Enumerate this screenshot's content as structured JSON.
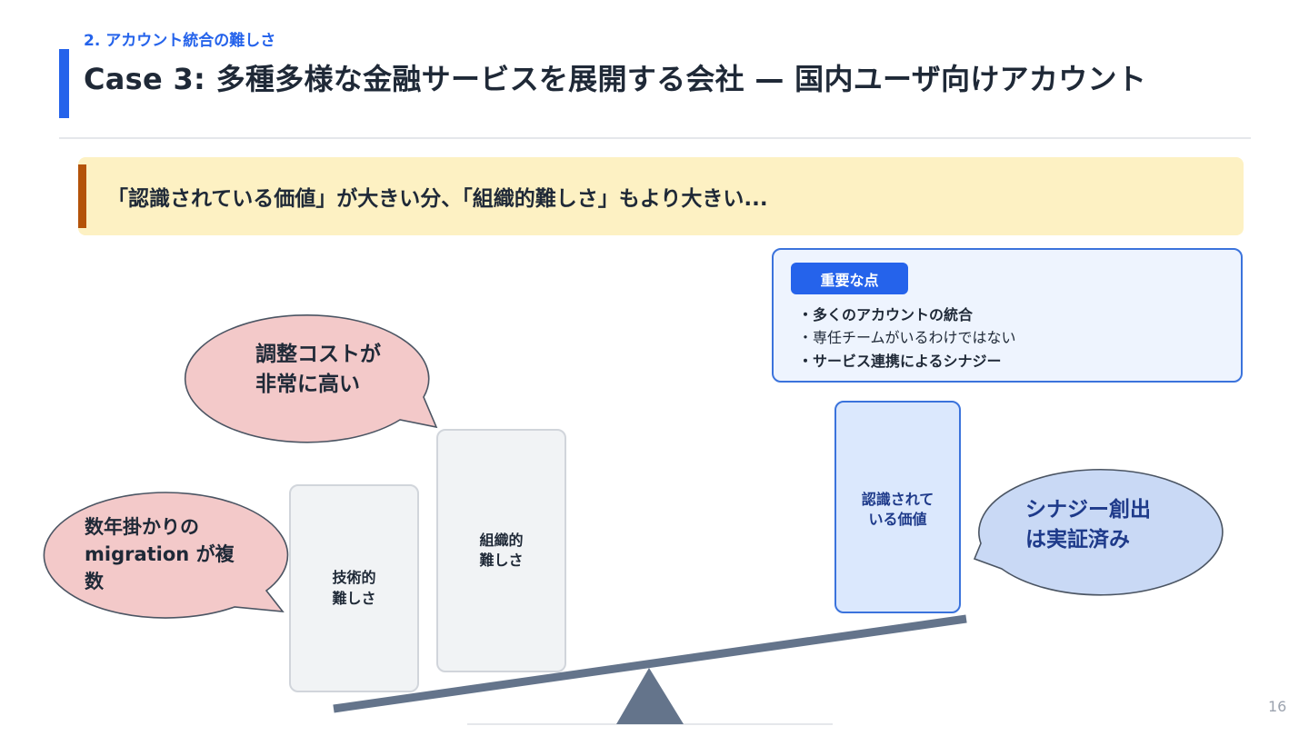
{
  "header": {
    "section_label": "2. アカウント統合の難しさ",
    "title": "Case 3: 多種多様な金融サービスを展開する会社 — 国内ユーザ向けアカウント"
  },
  "callout": {
    "text": "「認識されている価値」が大きい分、「組織的難しさ」もより大きい..."
  },
  "key_points": {
    "badge": "重要な点",
    "items": [
      {
        "text": "・多くのアカウントの統合",
        "bold": true
      },
      {
        "text": "・専任チームがいるわけではない",
        "bold": false
      },
      {
        "text": "・サービス連携によるシナジー",
        "bold": true
      }
    ]
  },
  "balance": {
    "left_blocks": [
      {
        "text": "技術的\n難しさ"
      },
      {
        "text": "組織的\n難しさ"
      }
    ],
    "right_block": {
      "text": "認識されて\nいる価値"
    },
    "bubbles": [
      {
        "text": "調整コストが\n非常に高い"
      },
      {
        "text": "数年掛かりの migration が複数"
      },
      {
        "text": "シナジー創出\nは実証済み"
      }
    ]
  },
  "colors": {
    "accent_blue": "#2563eb",
    "callout_bg": "#fdf1c3",
    "callout_bar": "#b45309",
    "bubble_pink": "#f3c9c9",
    "bubble_blue": "#c9d9f5",
    "beam": "#64748b"
  },
  "footer": {
    "page_number": "16"
  }
}
